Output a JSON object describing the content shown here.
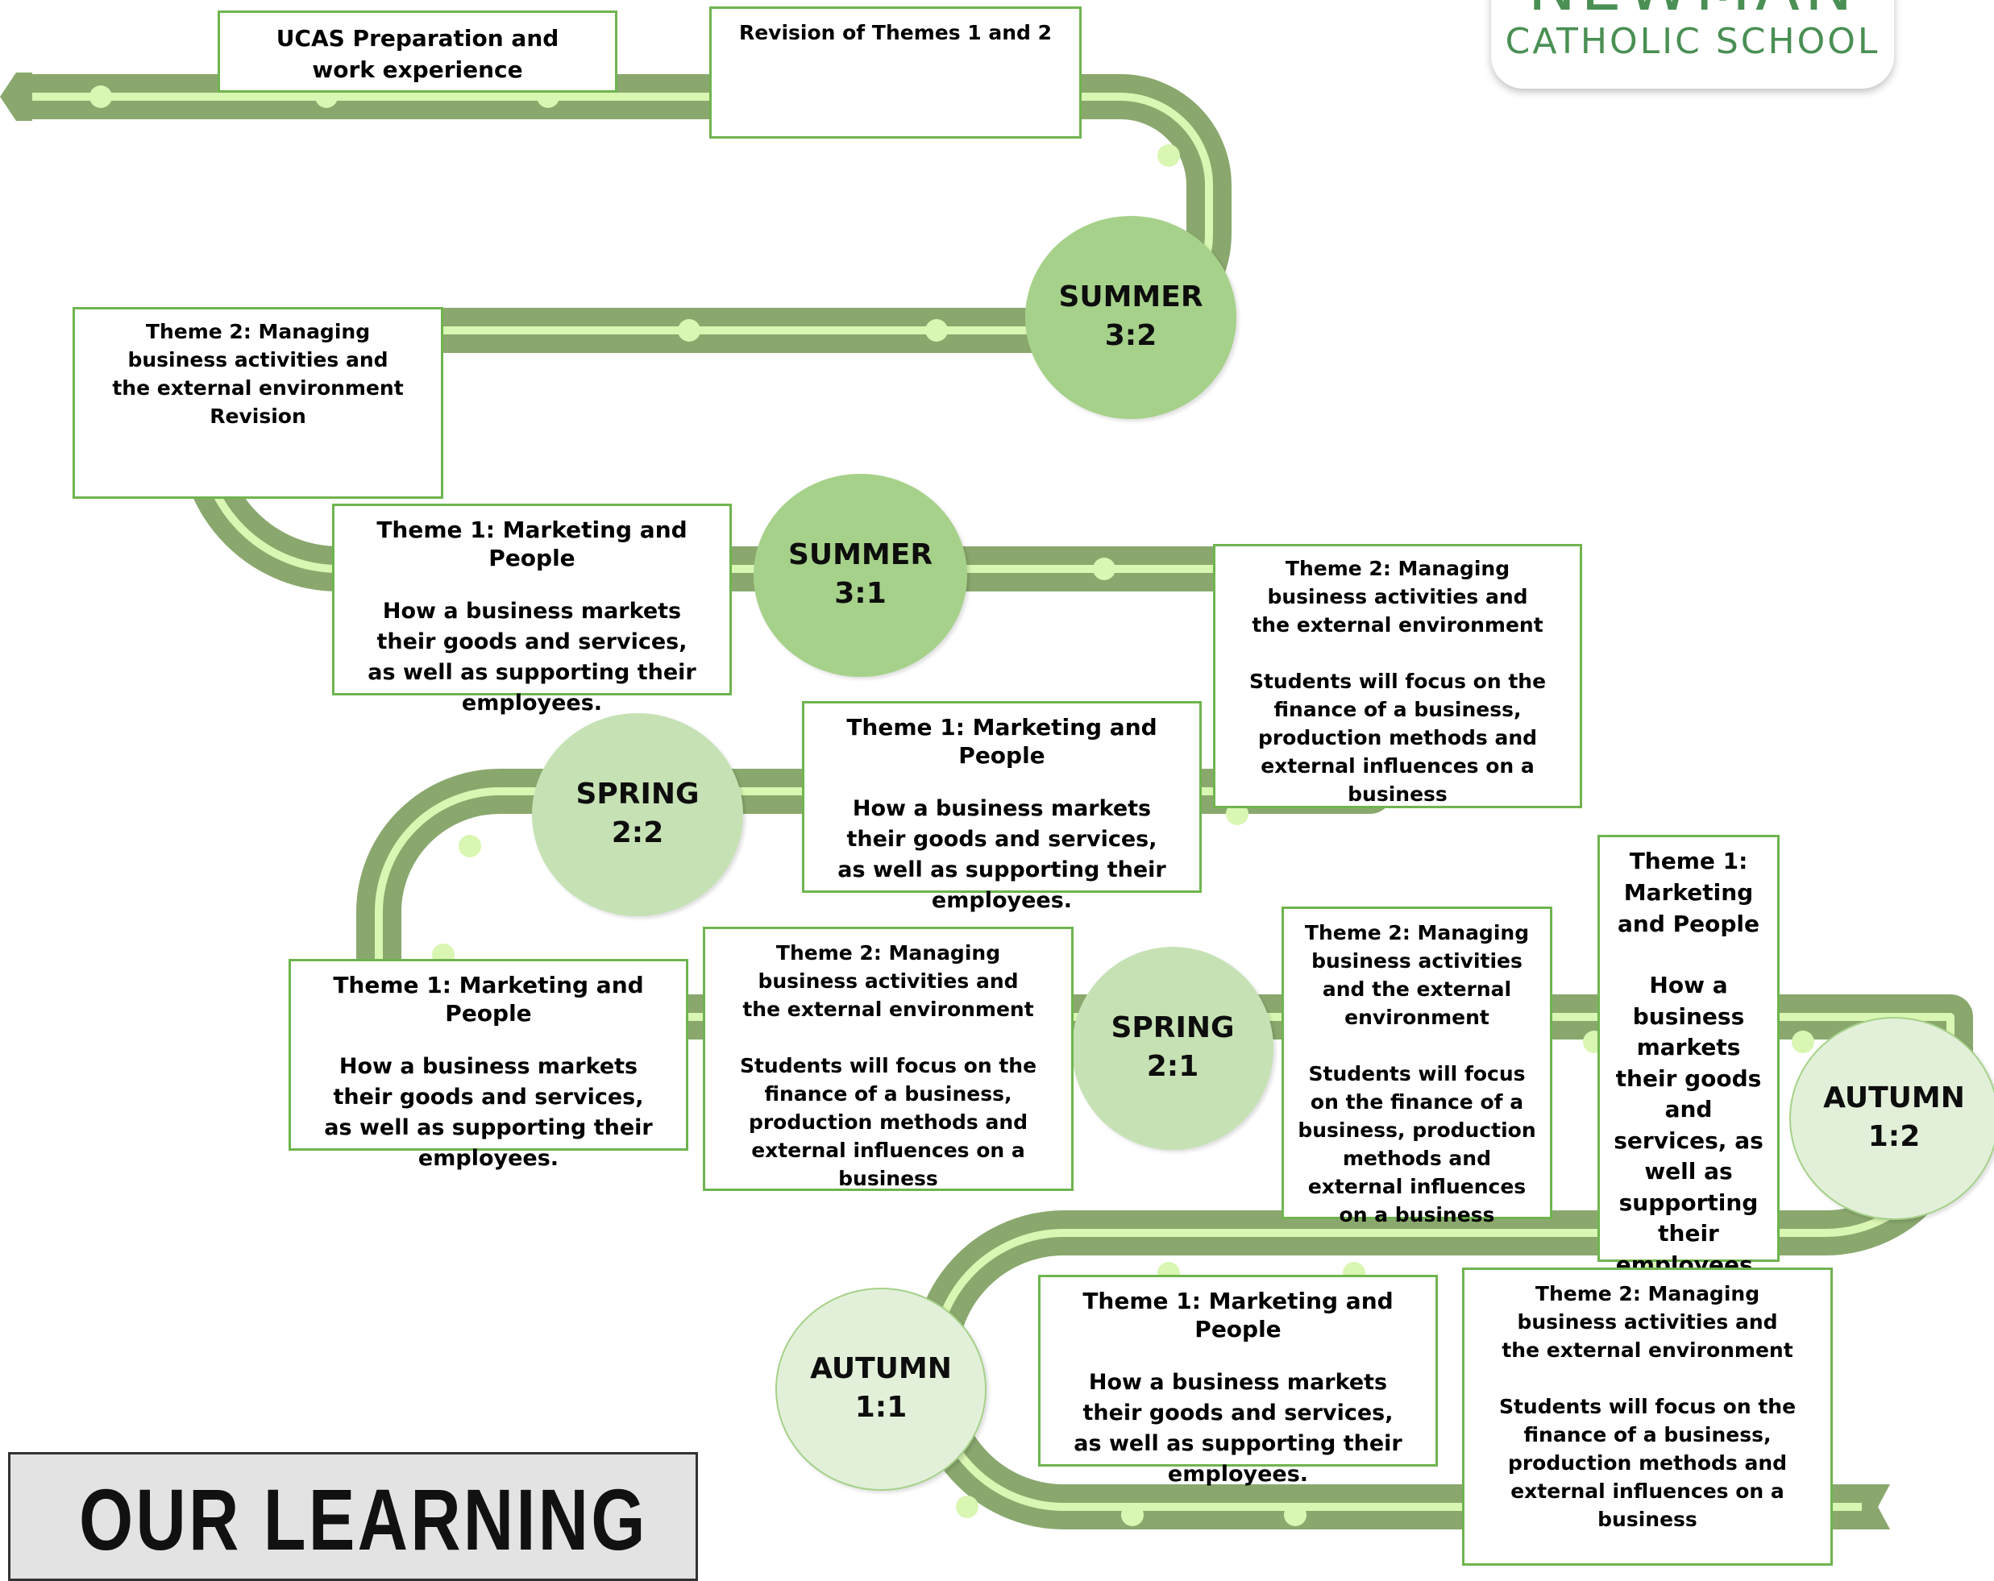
{
  "logo": {
    "line1": "NEWMAN",
    "line2": "CATHOLIC SCHOOL"
  },
  "banner": {
    "text": "OUR LEARNING"
  },
  "colors": {
    "road_dark": "#8aa86e",
    "road_light": "#d9f6b2",
    "border": "#6fb44f",
    "summer": "#a6d18a",
    "spring": "#c6e2b5",
    "autumn": "#e2f0d9"
  },
  "stages": {
    "summer_3_2": {
      "season": "SUMMER",
      "num": "3:2"
    },
    "summer_3_1": {
      "season": "SUMMER",
      "num": "3:1"
    },
    "spring_2_2": {
      "season": "SPRING",
      "num": "2:2"
    },
    "spring_2_1": {
      "season": "SPRING",
      "num": "2:1"
    },
    "autumn_1_2": {
      "season": "AUTUMN",
      "num": "1:2"
    },
    "autumn_1_1": {
      "season": "AUTUMN",
      "num": "1:1"
    }
  },
  "boxes": {
    "ucas": {
      "title": "UCAS Preparation and work experience"
    },
    "revision_themes": {
      "title": "Revision of Themes 1 and 2"
    },
    "theme2_revision": {
      "title": "Theme 2: Managing business activities and the external environment",
      "extra": "Revision"
    },
    "theme1_summer": {
      "title": "Theme 1:  Marketing and People",
      "body": "How a business markets their goods and services, as well as supporting their employees."
    },
    "theme2_summer": {
      "title": "Theme 2: Managing business activities and the external environment",
      "body": "Students will focus on the finance of a business, production methods and external influences on a business"
    },
    "theme1_spring22": {
      "title": "Theme 1:  Marketing and People",
      "body": "How a business markets their goods and services, as well as supporting their employees."
    },
    "theme1_spring21": {
      "title": "Theme 1:  Marketing and People",
      "body": "How a business markets their goods and services, as well as supporting their employees."
    },
    "theme2_spring21": {
      "title": "Theme 2: Managing business activities and the external environment",
      "body": "Students will focus on the finance of a business, production methods and external influences on a business"
    },
    "theme2_autumn12": {
      "title": "Theme 2: Managing business activities and the external environment",
      "body": "Students will focus on the finance of a business, production methods and external influences on a business"
    },
    "theme1_autumn12": {
      "title": "Theme 1: Marketing and People",
      "body": "How a business markets their goods and services, as well as supporting their employees."
    },
    "theme1_autumn11": {
      "title": "Theme 1:  Marketing and People",
      "body": "How a business markets their goods and services, as well as supporting their employees."
    },
    "theme2_autumn11": {
      "title": "Theme 2: Managing business activities and the external environment",
      "body": "Students will focus on the finance of a business, production methods and external influences on a business"
    }
  }
}
